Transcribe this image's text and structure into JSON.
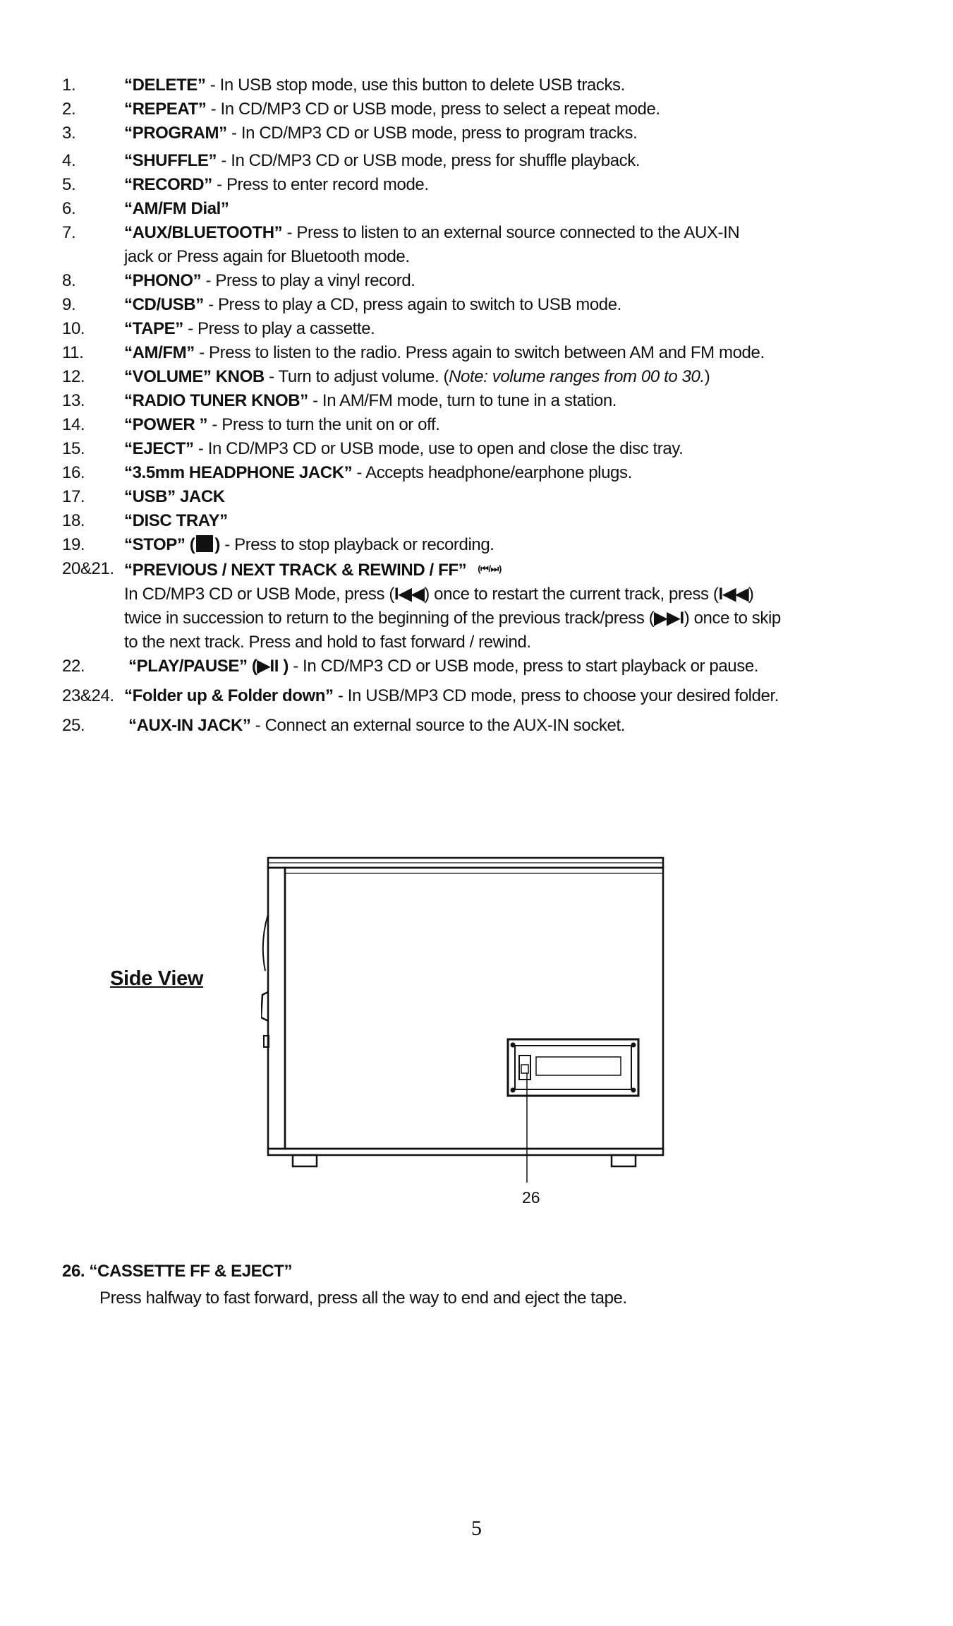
{
  "items": [
    {
      "num": "1.",
      "label": "“DELETE”",
      "text": " - In USB stop mode, use this button to delete USB tracks."
    },
    {
      "num": "2.",
      "label": "“REPEAT”",
      "text": " - In CD/MP3 CD or USB mode, press to select a repeat mode."
    },
    {
      "num": "3.",
      "label": "“PROGRAM”",
      "text": " - In CD/MP3 CD or USB mode, press to program tracks."
    },
    {
      "num": "4.",
      "label": "“SHUFFLE”",
      "text": " - In CD/MP3 CD or USB mode, press for shuffle playback."
    },
    {
      "num": "5.",
      "label": "“RECORD”",
      "text": " - Press to enter record mode."
    },
    {
      "num": "6.",
      "label": "“AM/FM Dial”",
      "text": ""
    },
    {
      "num": "7.",
      "label": "“AUX/BLUETOOTH”",
      "text": " - Press to listen to an external source connected to the AUX-IN",
      "cont": "jack or Press again for Bluetooth mode."
    },
    {
      "num": "8.",
      "label": "“PHONO”",
      "text": " - Press to play a vinyl record."
    },
    {
      "num": "9.",
      "label": "“CD/USB”",
      "text": " - Press to play a CD, press again to switch to USB mode."
    },
    {
      "num": "10.",
      "label": "“TAPE”",
      "text": " - Press to play a cassette."
    },
    {
      "num": "11.",
      "label": "“AM/FM”",
      "text": " - Press to listen to the radio. Press again to switch between AM and FM mode."
    },
    {
      "num": "12.",
      "label": "“VOLUME” KNOB",
      "text": " - Turn to adjust volume. (",
      "italic": "Note: volume ranges from 00 to 30.",
      "text_end": ")"
    },
    {
      "num": "13.",
      "label": "“RADIO TUNER KNOB”",
      "text": " - In AM/FM mode, turn to tune in a station."
    },
    {
      "num": "14.",
      "label": "“POWER ”",
      "text": " - Press to turn the unit on or off."
    },
    {
      "num": "15.",
      "label": "“EJECT”",
      "text": " - In CD/MP3 CD or USB mode, use to open and close the disc tray."
    },
    {
      "num": "16.",
      "label": "“3.5mm HEADPHONE JACK”",
      "text": " - Accepts headphone/earphone plugs."
    },
    {
      "num": "17.",
      "label": "“USB” JACK",
      "text": ""
    },
    {
      "num": "18.",
      "label": "“DISC TRAY”",
      "text": ""
    }
  ],
  "item19": {
    "num": "19.",
    "label_a": "“STOP” (",
    "label_b": ")",
    "text": " - Press to stop playback or recording."
  },
  "item20": {
    "num": "20&21.",
    "label": "“PREVIOUS / NEXT TRACK & REWIND / FF”",
    "symbol": "(⏮/⏭)",
    "l1a": "In CD/MP3 CD or USB Mode, press (",
    "s1": "I◀◀",
    "l1b": ") once to restart the current track, press (",
    "s2": "I◀◀",
    "l1c": ")",
    "l2a": "twice in succession to return to the beginning of the previous track/press (",
    "s3": "▶▶I",
    "l2b": ") once to skip",
    "l3": "to the next track. Press and hold to fast forward / rewind."
  },
  "item22": {
    "num": "22.",
    "label_a": "“PLAY/PAUSE” (",
    "symbol": "▶II",
    "label_b": " )",
    "text": " - In CD/MP3 CD or USB mode, press to start playback or pause."
  },
  "item23": {
    "num": "23&24.",
    "label": "“Folder up & Folder down”",
    "text": " - In USB/MP3 CD mode, press to choose your desired folder."
  },
  "item25": {
    "num": "25.",
    "label": "“AUX-IN JACK”",
    "text": " - Connect an external source to the AUX-IN socket."
  },
  "side_view": {
    "title": "Side View",
    "callout": "26"
  },
  "item26": {
    "title": "26. “CASSETTE FF & EJECT”",
    "desc": "Press halfway to fast forward, press all the way to end and eject the tape."
  },
  "page_number": "5"
}
